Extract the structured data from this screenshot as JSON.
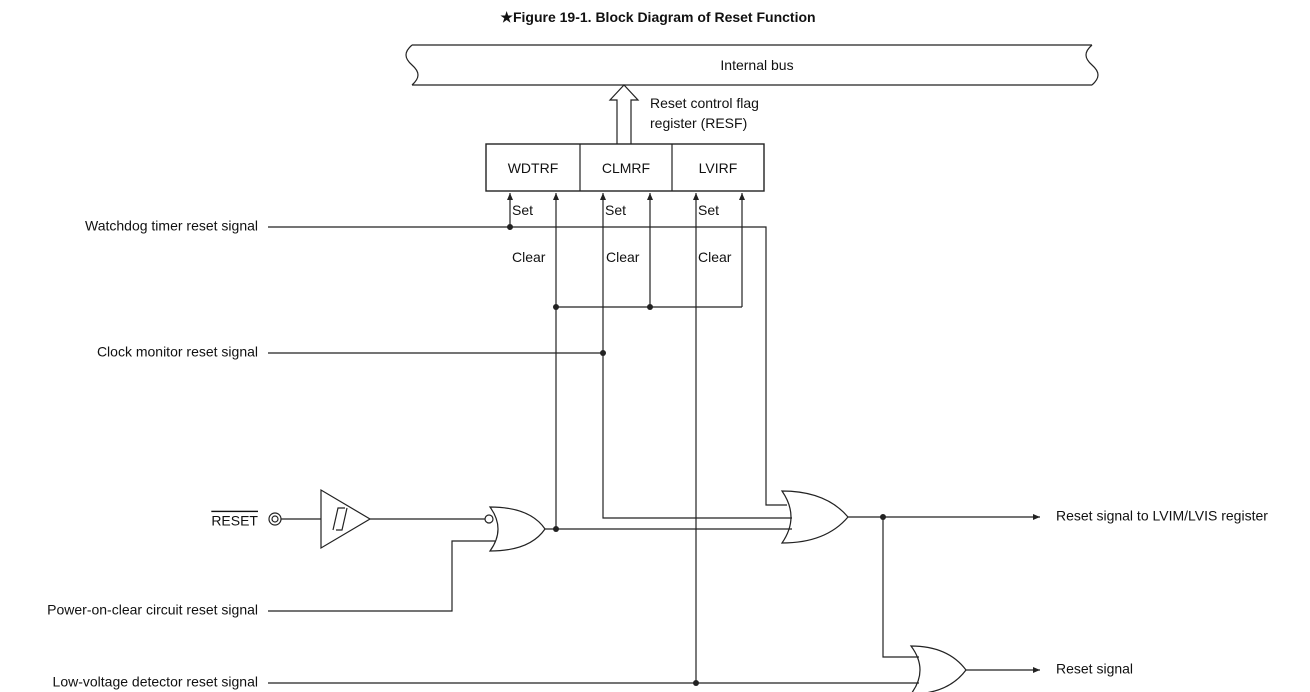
{
  "figure": {
    "star": "★",
    "title": "Figure 19-1.  Block Diagram of Reset Function"
  },
  "bus": {
    "label": "Internal bus"
  },
  "register": {
    "name_line1": "Reset control flag",
    "name_line2": "register (RESF)",
    "flags": [
      "WDTRF",
      "CLMRF",
      "LVIRF"
    ]
  },
  "labels": {
    "set": "Set",
    "clear": "Clear"
  },
  "inputs": {
    "watchdog": "Watchdog timer reset signal",
    "clock_monitor": "Clock monitor reset signal",
    "reset_pin": "RESET",
    "power_on_clear": "Power-on-clear circuit reset signal",
    "low_voltage": "Low-voltage detector reset signal"
  },
  "outputs": {
    "lvim": "Reset signal to LVIM/LVIS register",
    "reset": "Reset signal"
  }
}
